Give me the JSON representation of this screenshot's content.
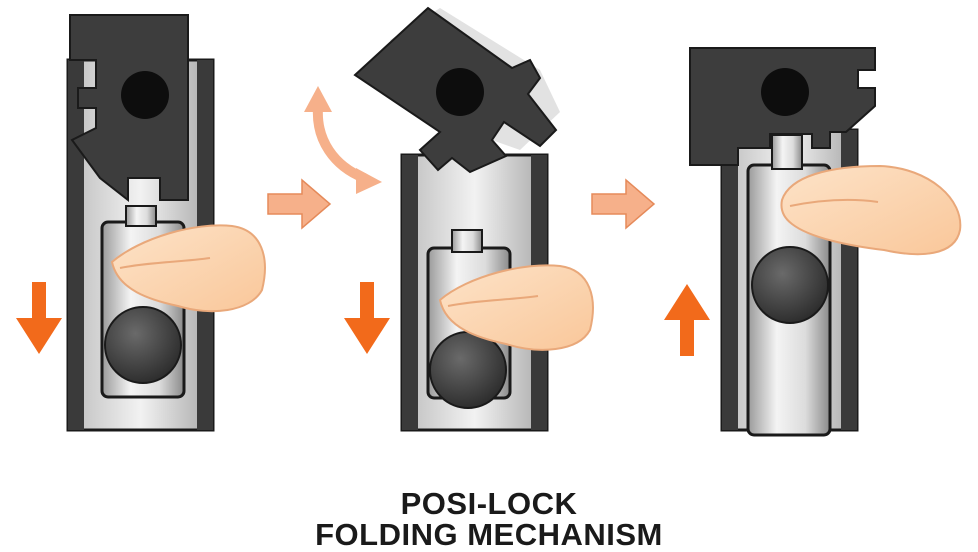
{
  "caption": {
    "line1": "POSI-LOCK",
    "line2": "FOLDING MECHANISM"
  },
  "colors": {
    "background": "#ffffff",
    "metal_dark": "#3d3d3d",
    "metal_outline": "#1a1a1a",
    "cylinder_light": "#e6e6e6",
    "arrow_orange": "#f26a1b",
    "arrow_peach": "#f6b08a",
    "skin": "#fcd9b6"
  },
  "steps": [
    {
      "name": "step-1-press-down",
      "push_direction": "down"
    },
    {
      "name": "step-2-fold-stock",
      "push_direction": "down",
      "rotation_indicator": "curved-double-arrow"
    },
    {
      "name": "step-3-release-up",
      "push_direction": "up"
    }
  ]
}
